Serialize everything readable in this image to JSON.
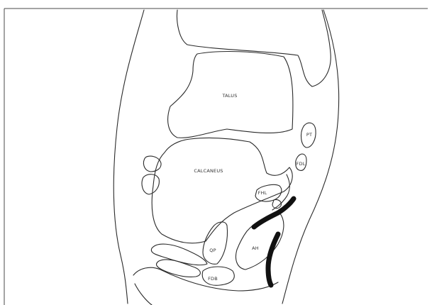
{
  "labels": {
    "talus": "TALUS",
    "calcaneus": "CALCANEUS",
    "pt": "PT",
    "fdl": "FDL",
    "fhl": "FHL",
    "qp": "QP",
    "ah": "AH",
    "fdb": "FDB"
  },
  "colors": {
    "outline": "#2a2a2a",
    "marker": "#111111",
    "background": "#ffffff"
  }
}
